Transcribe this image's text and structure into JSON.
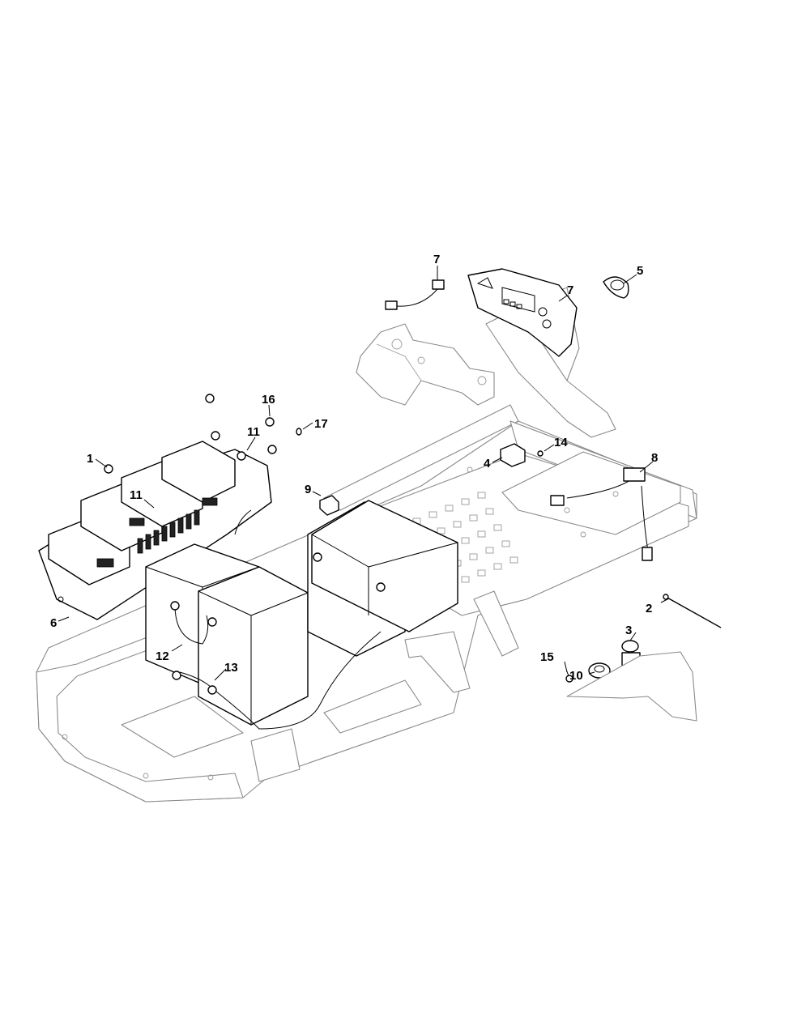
{
  "diagram": {
    "callouts": [
      {
        "id": "c1",
        "label": "1"
      },
      {
        "id": "c2",
        "label": "2"
      },
      {
        "id": "c3",
        "label": "3"
      },
      {
        "id": "c4",
        "label": "4"
      },
      {
        "id": "c5",
        "label": "5"
      },
      {
        "id": "c6",
        "label": "6"
      },
      {
        "id": "c7a",
        "label": "7"
      },
      {
        "id": "c7b",
        "label": "7"
      },
      {
        "id": "c8",
        "label": "8"
      },
      {
        "id": "c9",
        "label": "9"
      },
      {
        "id": "c10",
        "label": "10"
      },
      {
        "id": "c11a",
        "label": "11"
      },
      {
        "id": "c11b",
        "label": "11"
      },
      {
        "id": "c12",
        "label": "12"
      },
      {
        "id": "c13",
        "label": "13"
      },
      {
        "id": "c14",
        "label": "14"
      },
      {
        "id": "c15",
        "label": "15"
      },
      {
        "id": "c16",
        "label": "16"
      },
      {
        "id": "c17",
        "label": "17"
      }
    ]
  }
}
